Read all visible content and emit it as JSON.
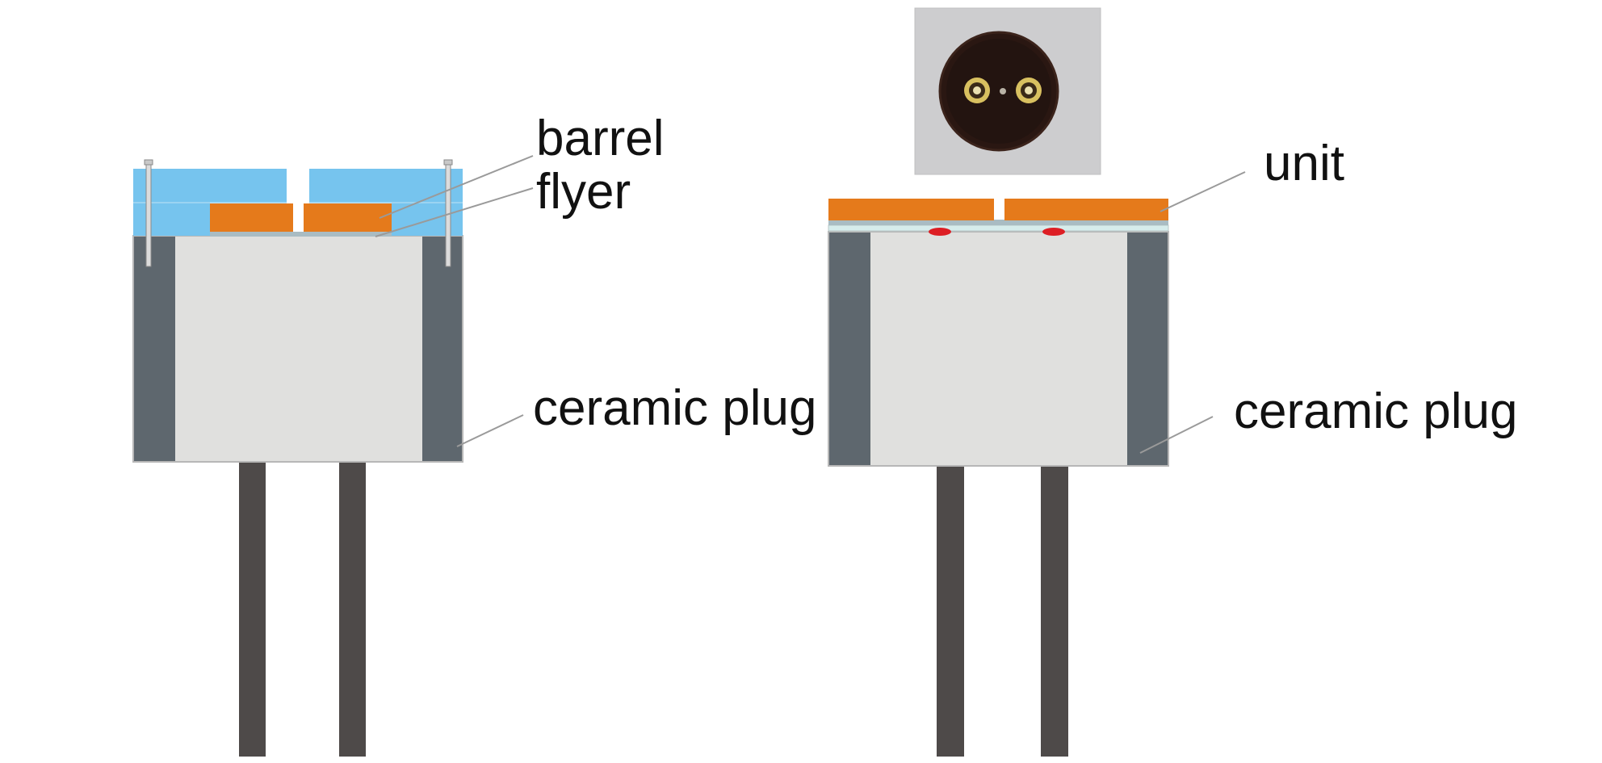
{
  "left_assembly": {
    "labels": {
      "barrel": "barrel",
      "flyer": "flyer",
      "ceramic_plug": "ceramic plug"
    }
  },
  "right_assembly": {
    "labels": {
      "unit": "unit",
      "ceramic_plug": "ceramic plug"
    },
    "photo": {
      "content": "photograph of round dark ceramic plug face with two gold pin contacts"
    }
  },
  "colors": {
    "barrel": "#76c4ee",
    "flyer_orange": "#e57a1b",
    "plug_body": "#e0e0de",
    "plug_shell": "#5e676e",
    "pins": "#4e4a49",
    "red_dot": "#dd1e24",
    "leader_line": "#9a9a9a",
    "photo_bg": "#cdcdcf",
    "photo_plug": "#2a1712",
    "photo_pin": "#d8c060"
  }
}
